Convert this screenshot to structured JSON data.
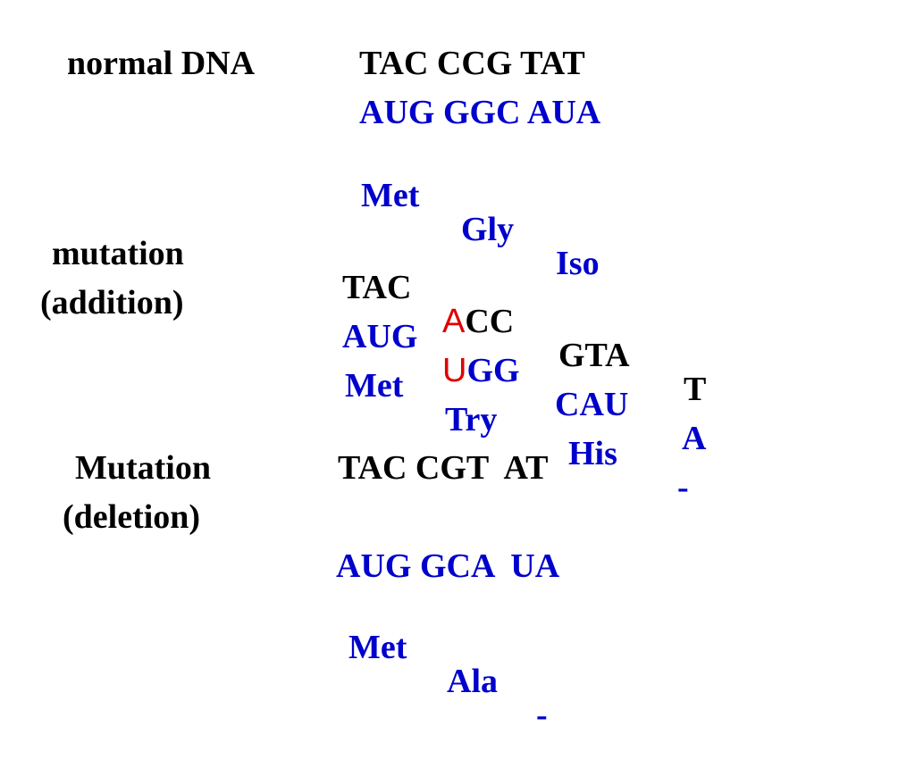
{
  "colors": {
    "text": "#000000",
    "rna": "#0000cc",
    "mutation_highlight": "#e00000"
  },
  "normal": {
    "label": "normal DNA",
    "dna": "TAC CCG TAT",
    "rna": "AUG GGC AUA",
    "protein": [
      "Met",
      "Gly",
      "Iso"
    ]
  },
  "addition": {
    "label_line1": "mutation",
    "label_line2": "(addition)",
    "dna": {
      "c1": "TAC",
      "inserted": "A",
      "c2_rest": "CC",
      "c3": "GTA",
      "c4": "T"
    },
    "rna": {
      "c1": "AUG",
      "inserted": "U",
      "c2_rest": "GG",
      "c3": "CAU",
      "c4": "A"
    },
    "protein": [
      "Met",
      "Try",
      "His",
      "-"
    ]
  },
  "deletion": {
    "label_line1": "Mutation",
    "label_line2": "(deletion)",
    "dna": "TAC CGT  AT",
    "rna": "AUG GCA  UA",
    "protein": [
      "Met",
      "Ala",
      "-"
    ]
  }
}
